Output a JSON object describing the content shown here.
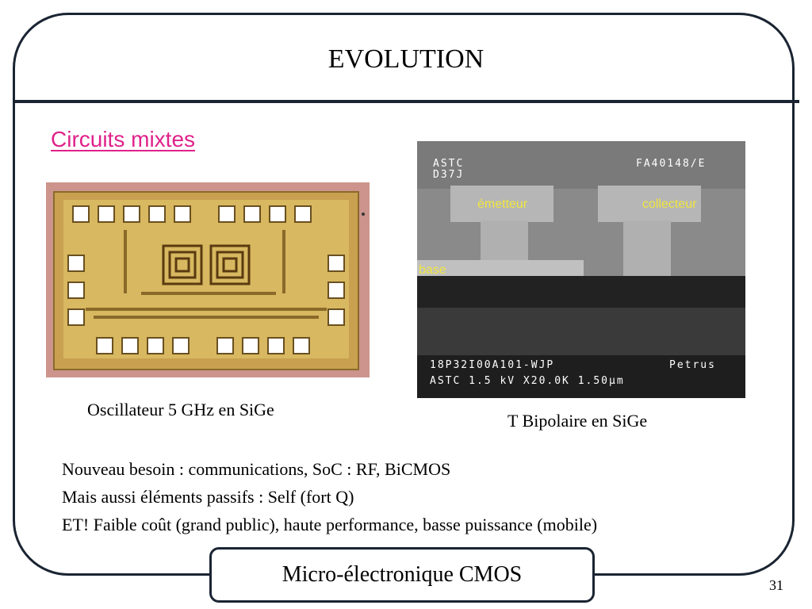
{
  "slide": {
    "title": "EVOLUTION",
    "subtitle": "Circuits mixtes",
    "page_number": "31",
    "footer": "Micro-électronique CMOS"
  },
  "figures": {
    "left_caption": "Oscillateur 5 GHz en SiGe",
    "right_caption": "T Bipolaire en SiGe",
    "sem_labels": {
      "emitter": "émetteur",
      "collector": "collecteur",
      "base": "base"
    },
    "sem_overlay": {
      "top_left_1": "ASTC",
      "top_left_2": "D37J",
      "top_right": "FA40148/E",
      "bottom_line_1": "18P32I00A101-WJP",
      "bottom_right_1": "Petrus",
      "bottom_line_2": "ASTC    1.5 kV  X20.0K  1.50µm"
    }
  },
  "bullets": [
    "Nouveau besoin : communications, SoC : RF, BiCMOS",
    "Mais aussi éléments passifs : Self (fort Q)",
    "ET! Faible coût (grand public), haute performance, basse puissance (mobile)"
  ],
  "colors": {
    "frame": "#1a2432",
    "subtitle": "#e0218a",
    "sem_label": "#f0e640",
    "chip_gold": "#d8b860",
    "chip_background": "#cc948c"
  }
}
